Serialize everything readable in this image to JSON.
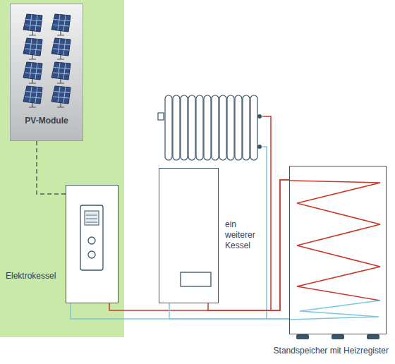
{
  "diagram": {
    "nodes": [
      {
        "text": [
          "PV-Module"
        ]
      },
      {
        "text": [
          "Elektrokessel"
        ]
      },
      {
        "text": [
          "ein weiterer Kessel"
        ]
      },
      {
        "text": [
          "Standspeicher mit Heizregister"
        ]
      }
    ],
    "edges": [
      {
        "from": 0,
        "to": 1,
        "arrow": "none"
      },
      {
        "from": 1,
        "to": 3,
        "arrow": "none"
      },
      {
        "from": 2,
        "to": 3,
        "arrow": "none"
      },
      {
        "from": 1,
        "to": 3,
        "arrow": "none"
      },
      {
        "from": 2,
        "to": 3,
        "arrow": "none"
      }
    ]
  }
}
